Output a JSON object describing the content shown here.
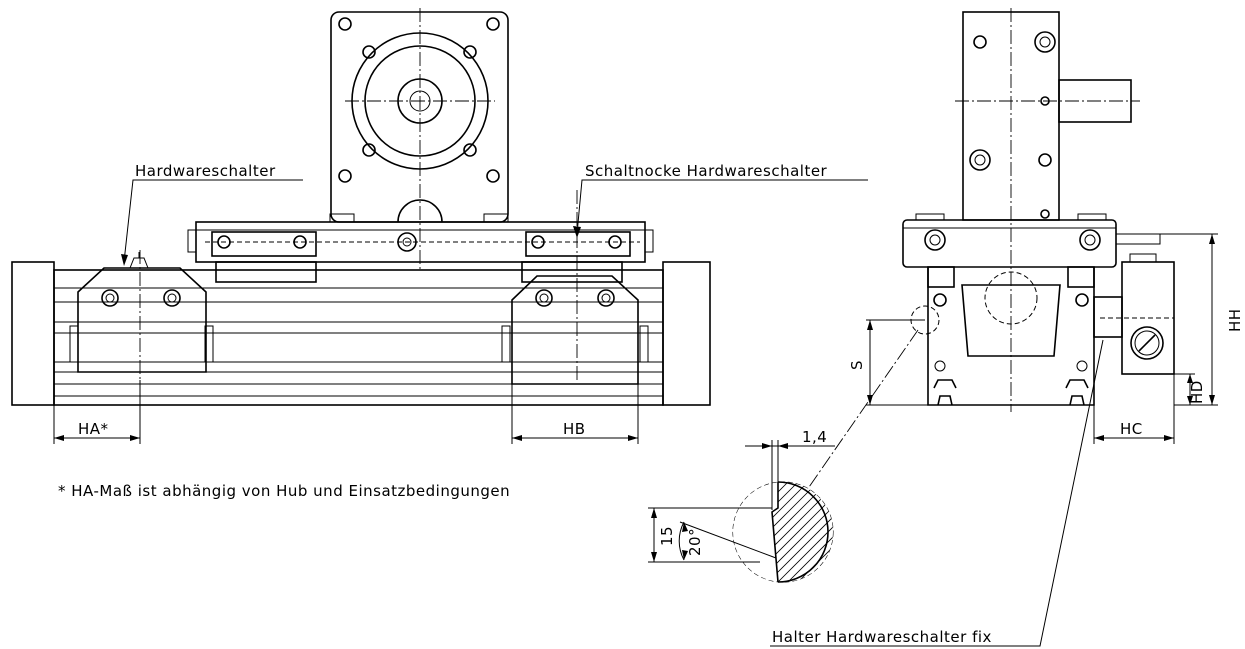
{
  "labels": {
    "hardware_switch": "Hardwareschalter",
    "switch_cam": "Schaltnocke Hardwareschalter",
    "holder_fix": "Halter Hardwareschalter fix",
    "footnote": "* HA-Maß ist abhängig von Hub und Einsatzbedingungen"
  },
  "dimensions": {
    "ha": "HA*",
    "hb": "HB",
    "hc": "HC",
    "hd": "HD",
    "hh": "HH",
    "s": "S",
    "gap": "1,4",
    "depth": "15",
    "angle": "20°"
  }
}
